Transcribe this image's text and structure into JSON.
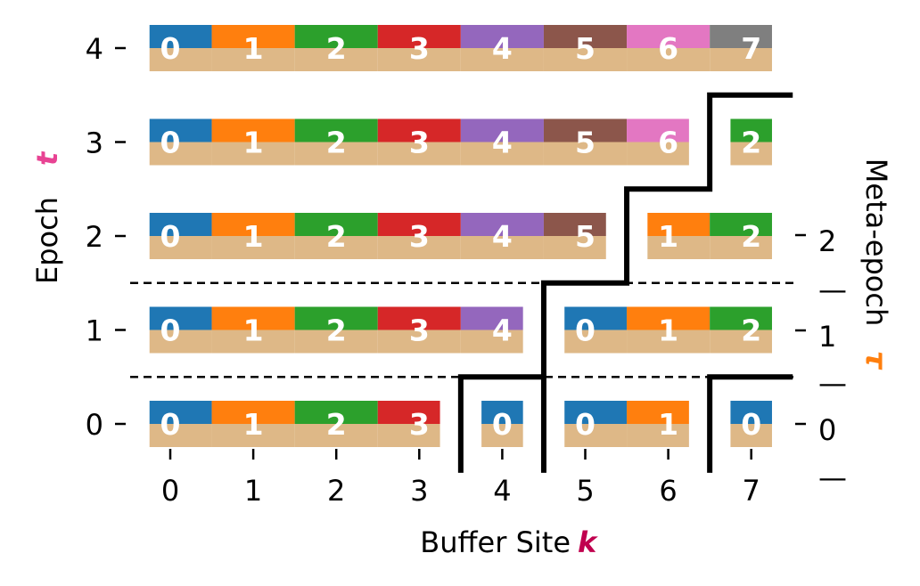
{
  "chart_data": {
    "type": "heatmap",
    "xlabel": "Buffer Site",
    "xlabel_symbol": "k",
    "ylabel": "Epoch",
    "ylabel_symbol": "t",
    "y2label": "Meta-epoch",
    "y2label_symbol": "τ",
    "x_ticks": [
      "0",
      "1",
      "2",
      "3",
      "4",
      "5",
      "6",
      "7"
    ],
    "y_ticks": [
      "0",
      "1",
      "2",
      "3",
      "4"
    ],
    "y2_ticks": [
      "0",
      "1",
      "2"
    ],
    "y2_separator_glyph": "—",
    "colors": {
      "segment": {
        "0": "#1f77b4",
        "1": "#ff7f0e",
        "2": "#2ca02c",
        "3": "#d62728",
        "4": "#9467bd",
        "5": "#8c564b",
        "6": "#e377c2",
        "7": "#7f7f7f"
      },
      "base": "#deb887",
      "xlabel_symbol": "#c0004e",
      "ylabel_symbol": "#e84393",
      "y2label_symbol": "#ff7f0e"
    },
    "rows": [
      {
        "epoch": 0,
        "sites": [
          {
            "site": 0,
            "value": "0"
          },
          {
            "site": 1,
            "value": "1"
          },
          {
            "site": 2,
            "value": "2"
          },
          {
            "site": 3,
            "value": "3"
          },
          {
            "site": 4,
            "value": "0"
          },
          {
            "site": 5,
            "value": "0"
          },
          {
            "site": 6,
            "value": "1"
          },
          {
            "site": 7,
            "value": "0"
          }
        ]
      },
      {
        "epoch": 1,
        "sites": [
          {
            "site": 0,
            "value": "0"
          },
          {
            "site": 1,
            "value": "1"
          },
          {
            "site": 2,
            "value": "2"
          },
          {
            "site": 3,
            "value": "3"
          },
          {
            "site": 4,
            "value": "4"
          },
          {
            "site": 5,
            "value": "0"
          },
          {
            "site": 6,
            "value": "1"
          },
          {
            "site": 7,
            "value": "2"
          }
        ]
      },
      {
        "epoch": 2,
        "sites": [
          {
            "site": 0,
            "value": "0"
          },
          {
            "site": 1,
            "value": "1"
          },
          {
            "site": 2,
            "value": "2"
          },
          {
            "site": 3,
            "value": "3"
          },
          {
            "site": 4,
            "value": "4"
          },
          {
            "site": 5,
            "value": "5"
          },
          {
            "site": 6,
            "value": "1"
          },
          {
            "site": 7,
            "value": "2"
          }
        ]
      },
      {
        "epoch": 3,
        "sites": [
          {
            "site": 0,
            "value": "0"
          },
          {
            "site": 1,
            "value": "1"
          },
          {
            "site": 2,
            "value": "2"
          },
          {
            "site": 3,
            "value": "3"
          },
          {
            "site": 4,
            "value": "4"
          },
          {
            "site": 5,
            "value": "5"
          },
          {
            "site": 6,
            "value": "6"
          },
          {
            "site": 7,
            "value": "2"
          }
        ]
      },
      {
        "epoch": 4,
        "sites": [
          {
            "site": 0,
            "value": "0"
          },
          {
            "site": 1,
            "value": "1"
          },
          {
            "site": 2,
            "value": "2"
          },
          {
            "site": 3,
            "value": "3"
          },
          {
            "site": 4,
            "value": "4"
          },
          {
            "site": 5,
            "value": "5"
          },
          {
            "site": 6,
            "value": "6"
          },
          {
            "site": 7,
            "value": "7"
          }
        ]
      }
    ],
    "meta_epoch_boundaries": [
      0.5,
      1.5
    ]
  }
}
